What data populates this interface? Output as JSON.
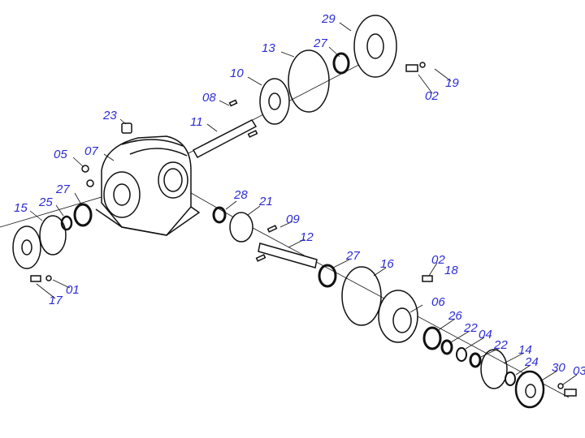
{
  "diagram": {
    "type": "exploded-parts-view",
    "label_color": "#2b2bd6",
    "line_color": "#111111",
    "callouts": [
      {
        "id": "c29",
        "text": "29"
      },
      {
        "id": "c27a",
        "text": "27"
      },
      {
        "id": "c13",
        "text": "13"
      },
      {
        "id": "c10",
        "text": "10"
      },
      {
        "id": "c19",
        "text": "19"
      },
      {
        "id": "c02a",
        "text": "02"
      },
      {
        "id": "c08",
        "text": "08"
      },
      {
        "id": "c23",
        "text": "23"
      },
      {
        "id": "c11",
        "text": "11"
      },
      {
        "id": "c05",
        "text": "05"
      },
      {
        "id": "c07",
        "text": "07"
      },
      {
        "id": "c27b",
        "text": "27"
      },
      {
        "id": "c28",
        "text": "28"
      },
      {
        "id": "c21",
        "text": "21"
      },
      {
        "id": "c15",
        "text": "15"
      },
      {
        "id": "c25",
        "text": "25"
      },
      {
        "id": "c09",
        "text": "09"
      },
      {
        "id": "c12",
        "text": "12"
      },
      {
        "id": "c27c",
        "text": "27"
      },
      {
        "id": "c16",
        "text": "16"
      },
      {
        "id": "c02b",
        "text": "02"
      },
      {
        "id": "c18",
        "text": "18"
      },
      {
        "id": "c06",
        "text": "06"
      },
      {
        "id": "c01",
        "text": "01"
      },
      {
        "id": "c17",
        "text": "17"
      },
      {
        "id": "c26",
        "text": "26"
      },
      {
        "id": "c22a",
        "text": "22"
      },
      {
        "id": "c04",
        "text": "04"
      },
      {
        "id": "c22b",
        "text": "22"
      },
      {
        "id": "c14",
        "text": "14"
      },
      {
        "id": "c24",
        "text": "24"
      },
      {
        "id": "c30",
        "text": "30"
      },
      {
        "id": "c03",
        "text": "03"
      }
    ]
  }
}
